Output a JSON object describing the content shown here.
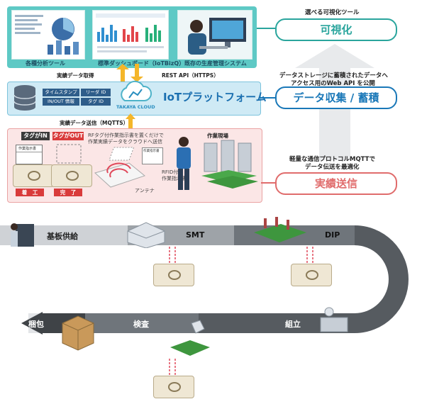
{
  "viz": {
    "tools": [
      "各種分析ツール",
      "標準ダッシュボード（IoTBizQ）",
      "既存の生産管理システム"
    ],
    "flow_up_label": "実績データ取得",
    "rest_api": "REST API（HTTPS）"
  },
  "iot": {
    "title": "IoTプラットフォーム",
    "tags": [
      "タイムスタンプ",
      "リーダ ID",
      "IN/OUT 情報",
      "タグ ID"
    ],
    "cloud_logo": "TAKAYA CLOUD",
    "mqtt_label": "実績データ送信（MQTTS）"
  },
  "send": {
    "tag_in": "タグがIN",
    "tag_out": "タグがOUT",
    "desc": [
      "RFタグ付作業指示書を置くだけで",
      "作業実績データをクラウドへ送信"
    ],
    "start": "着　工",
    "done": "完　了",
    "antenna": "アンテナ",
    "rfid_sheet": [
      "RFID付き",
      "作業指示書"
    ],
    "factory": "作業現場",
    "sheet_title": "作業指示書"
  },
  "right": {
    "cap1": "選べる可視化ツール",
    "pill1": "可視化",
    "cap2": [
      "データストレージに蓄積されたデータへ",
      "アクセス用のWeb API を公開"
    ],
    "pill2": "データ収集 / 蓄積",
    "cap3": [
      "軽量な通信プロトコルMQTTで",
      "データ伝送を最適化"
    ],
    "pill3": "実績送信",
    "pill1_color": "#2aa59d",
    "pill2_color": "#1a78b8",
    "pill3_color": "#e06c6c"
  },
  "process": {
    "steps": [
      "基板供給",
      "SMT",
      "DIP",
      "組立",
      "検査",
      "梱包"
    ]
  }
}
